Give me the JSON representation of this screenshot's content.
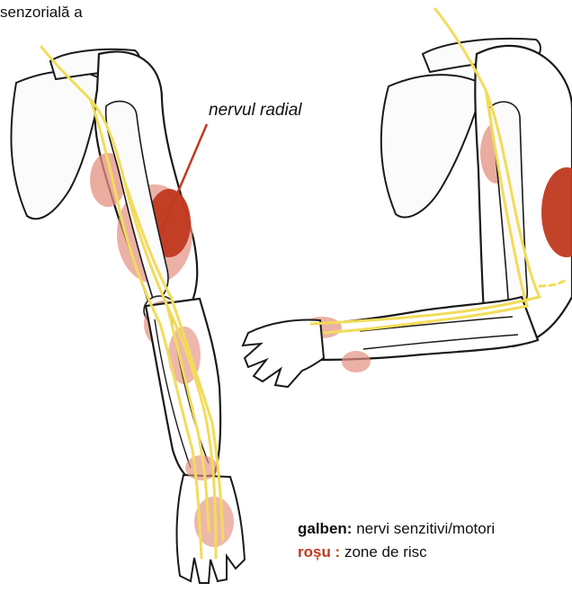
{
  "captions": {
    "top_fragment": "senzorială a",
    "nerve_label": "nervul radial"
  },
  "legend": {
    "yellow_key": "galben:",
    "yellow_text": "nervi senzitivi/motori",
    "red_key": "roșu :",
    "red_text": "zone de risc"
  },
  "colors": {
    "nerve_yellow": "#f2dc5a",
    "risk_dark_red": "#c0391f",
    "risk_light_red": "#e49080",
    "outline": "#1a1a1a",
    "pointer_line": "#c0391f"
  },
  "icons": [
    "left-arm-illustration",
    "right-arm-illustration"
  ]
}
